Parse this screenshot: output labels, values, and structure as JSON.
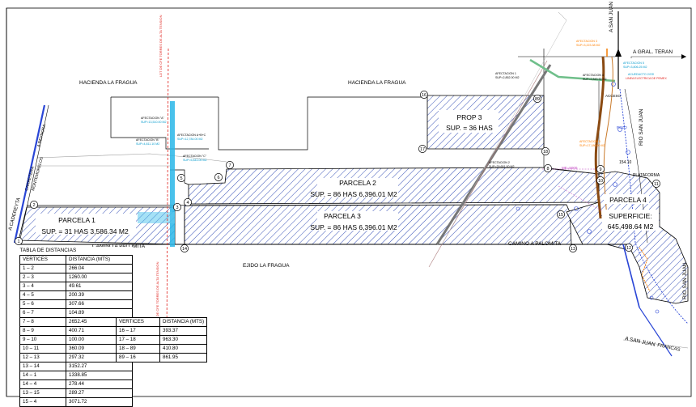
{
  "areas": {
    "hacienda_left": "HACIENDA LA FRAGUA",
    "hacienda_right": "HACIENDA LA FRAGUA",
    "ejido": "EJIDO LA FRAGUA",
    "camino_left": "CAMINO A PALOMITA",
    "camino_right": "CAMINO A PALOMITA"
  },
  "parcels": {
    "p1_name": "PARCELA 1",
    "p1_sup": "SUP. = 31 HAS 3,586.34 M2",
    "p2_name": "PARCELA 2",
    "p2_sup": "SUP. = 86 HAS 6,396.01 M2",
    "p3_name": "PARCELA 3",
    "p3_sup": "SUP. = 86 HAS 6,396.01 M2",
    "p4_name": "PARCELA 4",
    "p4_sup_label": "SUPERFICIE:",
    "p4_sup": "645,498.64 M2",
    "prop3_name": "PROP 3",
    "prop3_sup": "SUP. = 36 HAS"
  },
  "roads": {
    "sanjuan_top": "A SAN JUAN",
    "gral_teran": "A GRAL. TERAN",
    "rio_sanjuan_1": "RIO SAN JUAN",
    "rio_sanjuan_2": "RIO SAN JUAN",
    "a_sanjuan_bottom": "A SAN JUAN",
    "francas": "FRANCAS",
    "cadereyta": "A CADEREYTA",
    "carretera_1": "CARRETERA",
    "carretera_2": "MONTEMORELOS",
    "carretera_3": "A REYNOSA",
    "plataforma": "PLATAFORMA",
    "acceso": "ACCESO",
    "me": "ME=5000",
    "pozo": "POZO"
  },
  "vertices": [
    "1",
    "2",
    "3",
    "4",
    "5",
    "6",
    "7",
    "8",
    "9",
    "10",
    "11",
    "12",
    "13",
    "14",
    "15",
    "16",
    "17",
    "18",
    "89"
  ],
  "table1": {
    "title": "TABLA DE DISTANCIAS",
    "col_a": "VERTICES",
    "col_b": "DISTANCIA (MTS)",
    "rows": [
      [
        "1 – 2",
        "266.04"
      ],
      [
        "2 – 3",
        "1260.00"
      ],
      [
        "3 – 4",
        "49.61"
      ],
      [
        "4 – 5",
        "200.39"
      ],
      [
        "5 – 6",
        "307.66"
      ],
      [
        "6 – 7",
        "104.89"
      ],
      [
        "7 – 8",
        "2652.45"
      ],
      [
        "8 – 9",
        "400.71"
      ],
      [
        "9 – 10",
        "100.00"
      ],
      [
        "10 – 11",
        "360.09"
      ],
      [
        "12 – 13",
        "297.32"
      ],
      [
        "13 – 14",
        "3152.27"
      ],
      [
        "14 – 1",
        "1338.85"
      ],
      [
        "14 – 4",
        "278.44"
      ],
      [
        "13 – 15",
        "289.27"
      ],
      [
        "15 – 4",
        "3071.72"
      ]
    ]
  },
  "table2": {
    "col_a": "VERTICES",
    "col_b": "DISTANCIA (MTS)",
    "rows": [
      [
        "16 – 17",
        "393.37"
      ],
      [
        "17 – 18",
        "963.30"
      ],
      [
        "18 – 89",
        "410.80"
      ],
      [
        "89 – 16",
        "861.95"
      ]
    ]
  },
  "colors": {
    "hatch": "#1f3cae",
    "pipeline_brown": "#8a4a12",
    "channel_cyan": "#29b6e8",
    "power_red": "#e0201b",
    "road_green": "#6fbf8a",
    "annotation_orange": "#ff7f00",
    "border_blue": "#2a46d6",
    "line_gray": "#9a9a9a"
  }
}
